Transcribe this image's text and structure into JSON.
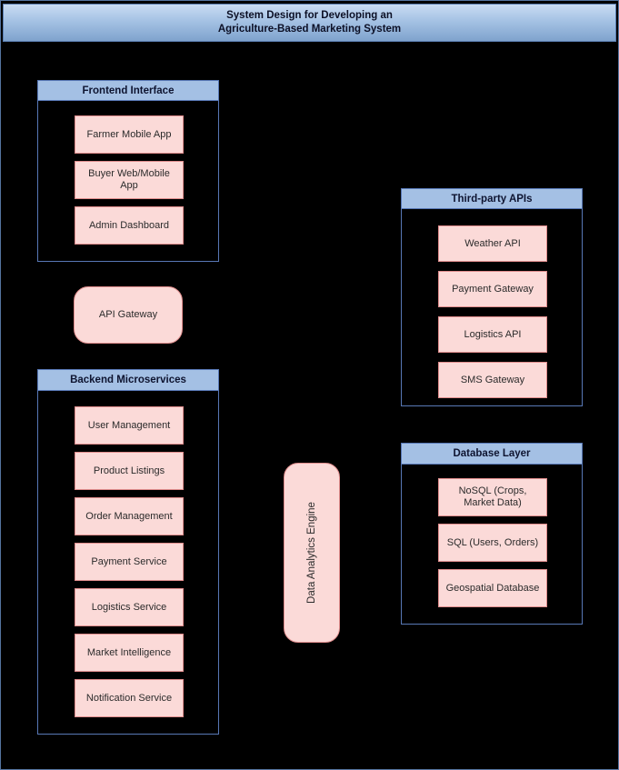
{
  "title": {
    "line1": "System Design for Developing an",
    "line2": "Agriculture-Based Marketing System"
  },
  "colors": {
    "background": "#000000",
    "node_fill": "#fbdad8",
    "node_border": "#e08d8d",
    "group_border": "#5878b6",
    "group_header_fill": "#a4c0e4",
    "banner_gradient_top": "#c9dcf3",
    "banner_gradient_bottom": "#7fa3cd",
    "text_dark": "#0e1430"
  },
  "groups": {
    "frontend": {
      "title": "Frontend Interface",
      "items": [
        {
          "label": "Farmer Mobile App"
        },
        {
          "label": "Buyer Web/Mobile App"
        },
        {
          "label": "Admin Dashboard"
        }
      ]
    },
    "third_party": {
      "title": "Third-party APIs",
      "items": [
        {
          "label": "Weather API"
        },
        {
          "label": "Payment Gateway"
        },
        {
          "label": "Logistics API"
        },
        {
          "label": "SMS Gateway"
        }
      ]
    },
    "backend": {
      "title": "Backend Microservices",
      "items": [
        {
          "label": "User Management"
        },
        {
          "label": "Product Listings"
        },
        {
          "label": "Order Management"
        },
        {
          "label": "Payment Service"
        },
        {
          "label": "Logistics Service"
        },
        {
          "label": "Market Intelligence"
        },
        {
          "label": "Notification Service"
        }
      ]
    },
    "database": {
      "title": "Database Layer",
      "items": [
        {
          "label": "NoSQL (Crops, Market Data)"
        },
        {
          "label": "SQL (Users, Orders)"
        },
        {
          "label": "Geospatial Database"
        }
      ]
    }
  },
  "nodes": {
    "api_gateway": {
      "label": "API Gateway"
    },
    "data_analytics": {
      "label": "Data Analytics Engine"
    }
  }
}
